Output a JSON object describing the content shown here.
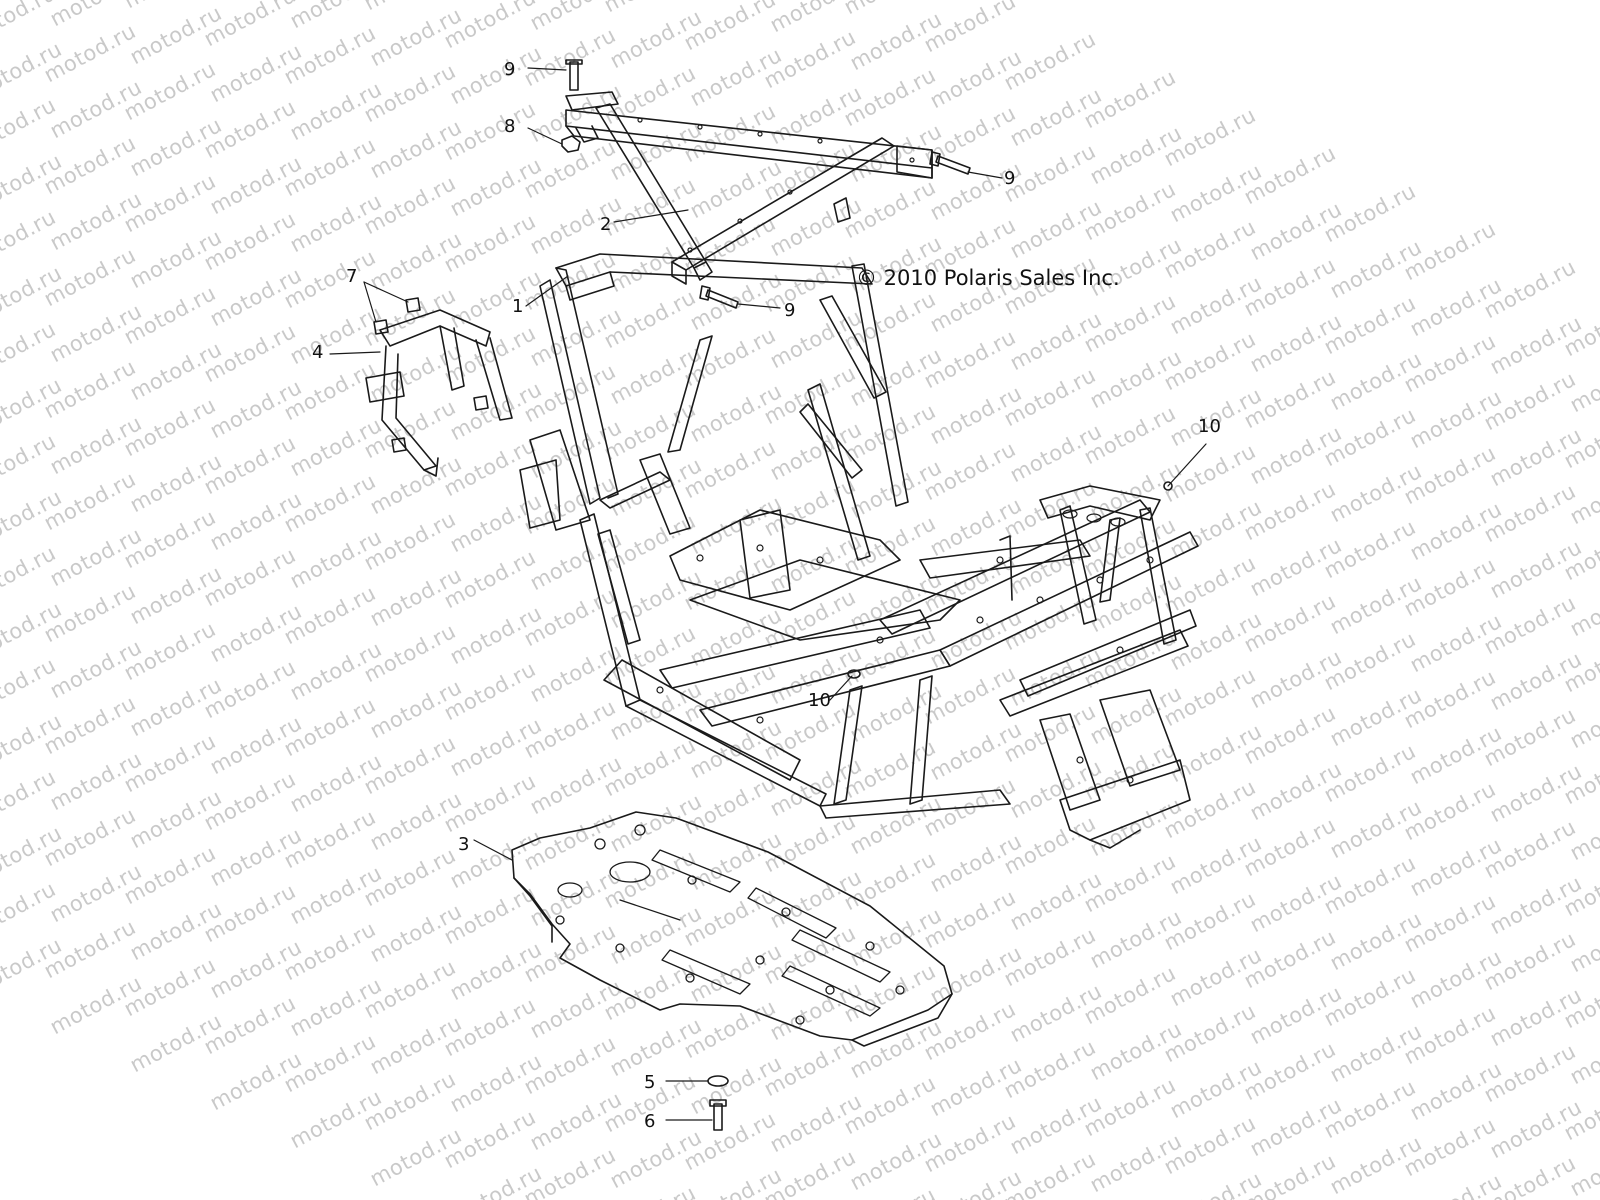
{
  "watermark": "motod.ru",
  "copyright": "© 2010 Polaris Sales Inc.",
  "callouts": [
    {
      "id": "c9a",
      "label": "9"
    },
    {
      "id": "c8",
      "label": "8"
    },
    {
      "id": "c9b",
      "label": "9"
    },
    {
      "id": "c2",
      "label": "2"
    },
    {
      "id": "c9c",
      "label": "9"
    },
    {
      "id": "c7",
      "label": "7"
    },
    {
      "id": "c1",
      "label": "1"
    },
    {
      "id": "c4",
      "label": "4"
    },
    {
      "id": "c10a",
      "label": "10"
    },
    {
      "id": "c10b",
      "label": "10"
    },
    {
      "id": "c3",
      "label": "3"
    },
    {
      "id": "c5",
      "label": "5"
    },
    {
      "id": "c6",
      "label": "6"
    }
  ],
  "colors": {
    "line": "#1a1a1a",
    "watermark": "#c9c9c9"
  }
}
